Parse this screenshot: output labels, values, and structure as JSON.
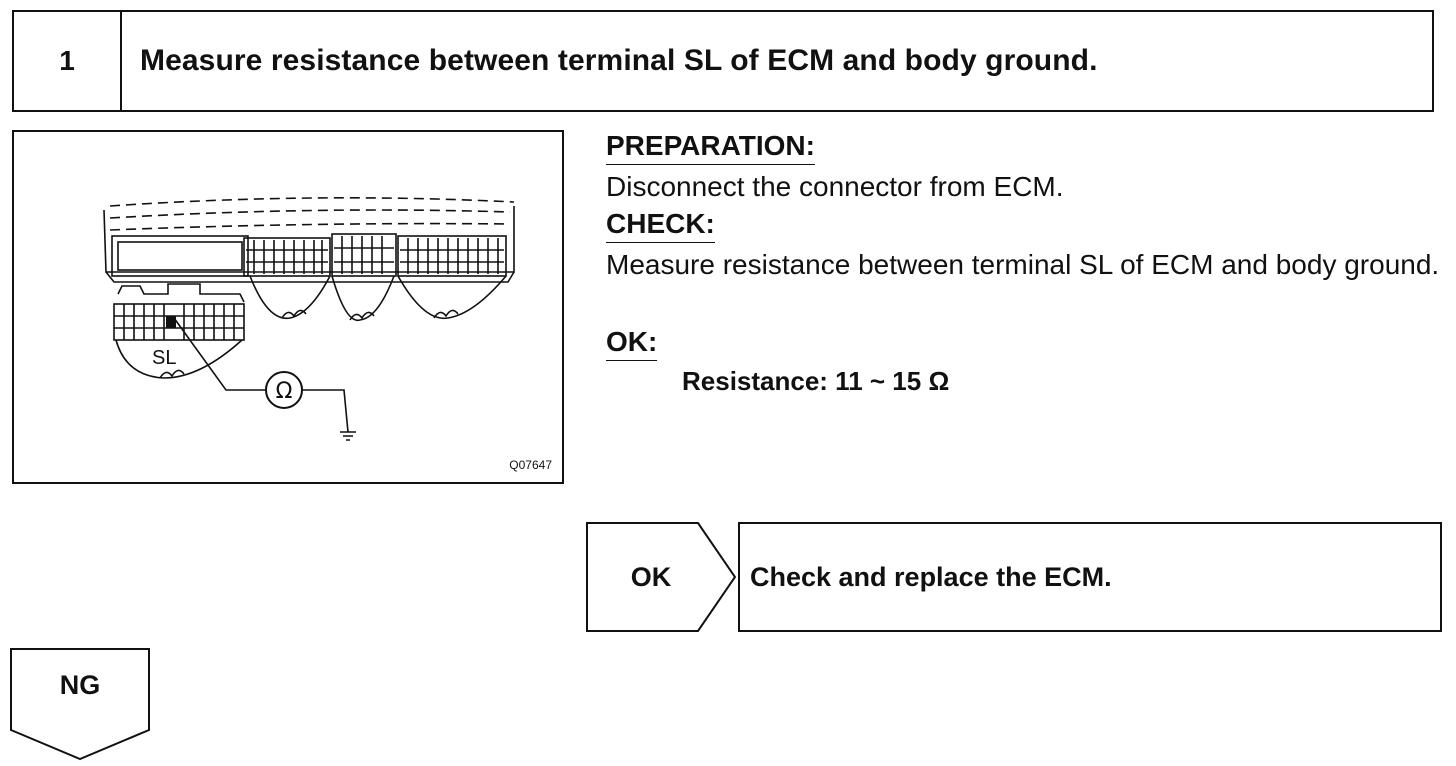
{
  "step": {
    "number": "1",
    "title": "Measure resistance between terminal SL of ECM and body ground."
  },
  "figure": {
    "code": "Q07647",
    "terminal_label": "SL",
    "meter_symbol": "Ω"
  },
  "procedure": {
    "preparation_heading": "PREPARATION:",
    "preparation_text": "Disconnect the connector from ECM.",
    "check_heading": "CHECK:",
    "check_text": "Measure resistance between terminal SL of ECM and body ground.",
    "ok_heading": "OK:",
    "ok_value": "Resistance: 11 ~ 15 Ω"
  },
  "results": {
    "ok_label": "OK",
    "ok_action": "Check and replace the ECM.",
    "ng_label": "NG"
  }
}
